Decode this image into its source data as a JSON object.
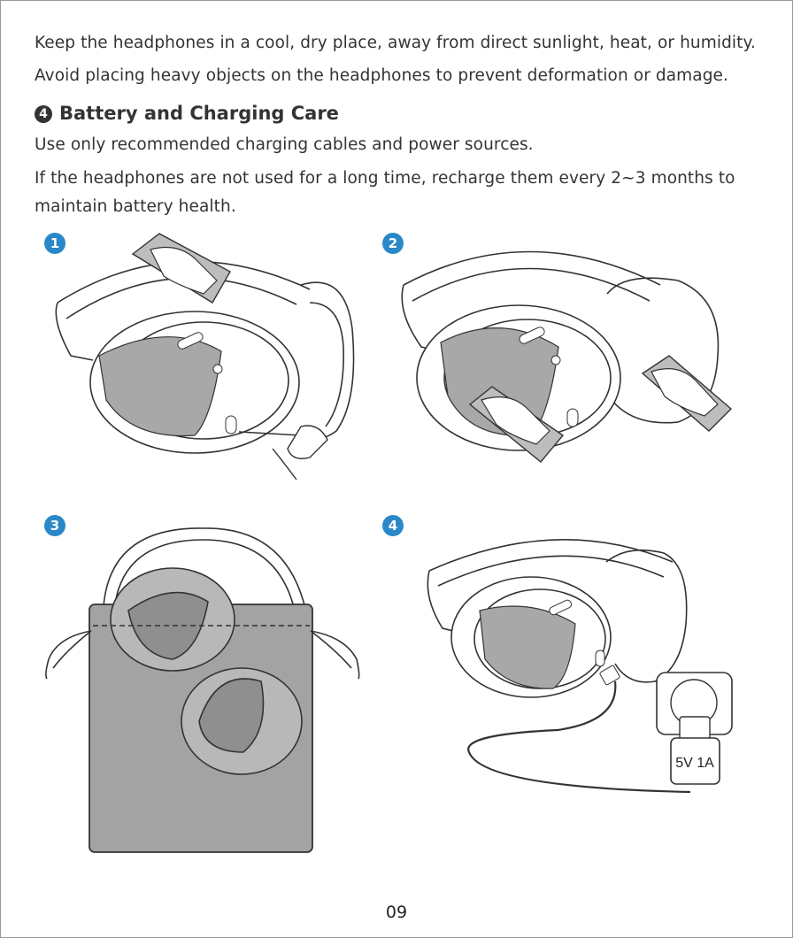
{
  "text": {
    "line1": "Keep the headphones in a cool, dry place, away from direct sunlight, heat, or humidity.",
    "line2": "Avoid placing heavy objects on the headphones to prevent deformation or damage.",
    "heading_num": "4",
    "heading": "Battery and Charging Care",
    "line3": "Use only recommended charging cables and power sources.",
    "line4": "If the headphones are not used for a long time, recharge them every 2~3 months to",
    "line5": "maintain battery health."
  },
  "steps": [
    "1",
    "2",
    "3",
    "4"
  ],
  "charger_label": "5V 1A",
  "page_number": "09",
  "colors": {
    "step_badge": "#2a88c8",
    "earcup_shade": "#a8a8a8",
    "bag": "#a3a3a3",
    "text": "#333333"
  }
}
